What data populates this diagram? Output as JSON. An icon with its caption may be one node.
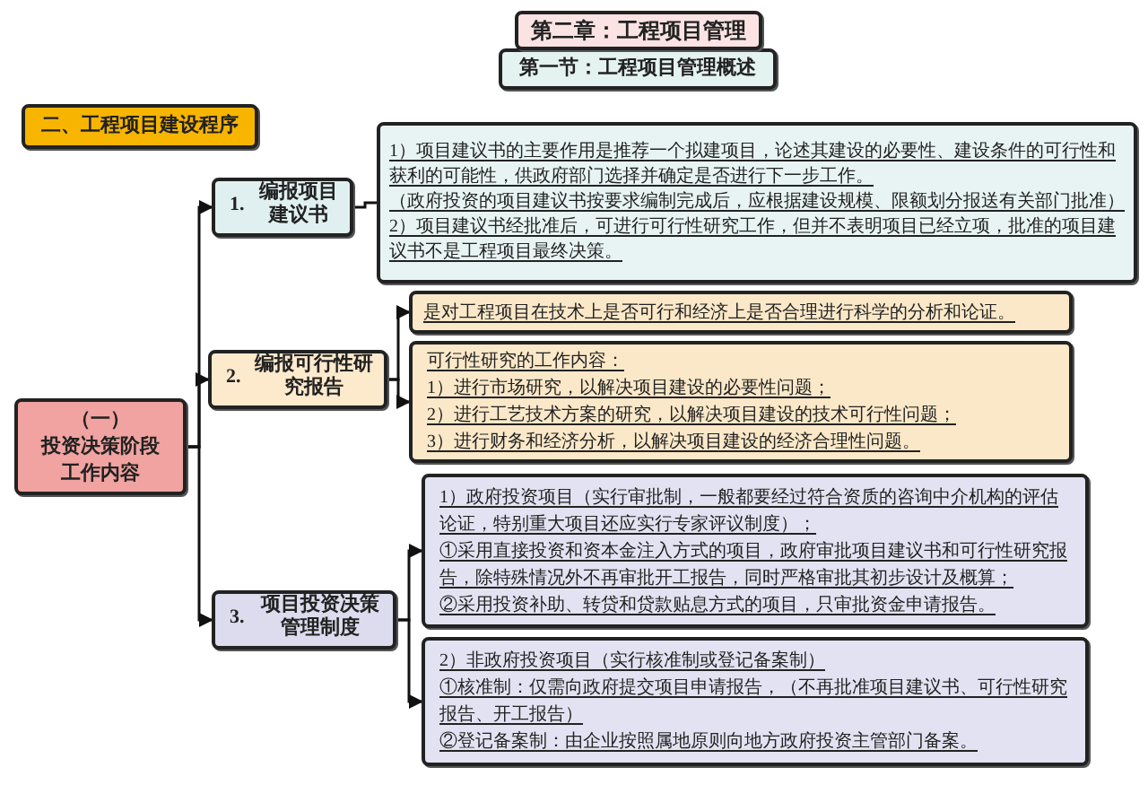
{
  "diagram": {
    "nodes": [
      {
        "text": [
          "第二章：工程项目管理"
        ]
      },
      {
        "text": [
          "第一节：工程项目管理概述"
        ]
      },
      {
        "text": [
          "二、工程项目建设程序"
        ]
      },
      {
        "text": [
          "（一）",
          "投资决策阶段工作内容"
        ]
      },
      {
        "text": [
          "1.",
          "编报项目建议书"
        ]
      },
      {
        "text": [
          "1）项目建议书的主要作用是推荐一个拟建项目，论述其建设的必要性、建设条件的可行性和获利的可能性，供政府部门选择并确定是否进行下一步工作。",
          "（政府投资的项目建议书按要求编制完成后，应根据建设规模、限额划分报送有关部门批准）",
          "2）项目建议书经批准后，可进行可行性研究工作，但并不表明项目已经立项，批准的项目建议书不是工程项目最终决策。"
        ]
      },
      {
        "text": [
          "2.",
          "编报可行性研究报告"
        ]
      },
      {
        "text": [
          "是对工程项目在技术上是否可行和经济上是否合理进行科学的分析和论证。"
        ]
      },
      {
        "text": [
          "可行性研究的工作内容：",
          "1）进行市场研究，以解决项目建设的必要性问题；",
          "2）进行工艺技术方案的研究，以解决项目建设的技术可行性问题；",
          "3）进行财务和经济分析，以解决项目建设的经济合理性问题。"
        ]
      },
      {
        "text": [
          "3.",
          "项目投资决策管理制度"
        ]
      },
      {
        "text": [
          "1）政府投资项目（实行审批制，一般都要经过符合资质的咨询中介机构的评估论证，特别重大项目还应实行专家评议制度）；",
          "①采用直接投资和资本金注入方式的项目，政府审批项目建议书和可行性研究报告，除特殊情况外不再审批开工报告，同时严格审批其初步设计及概算；",
          "②采用投资补助、转贷和贷款贴息方式的项目，只审批资金申请报告。"
        ]
      },
      {
        "text": [
          "2）非政府投资项目（实行核准制或登记备案制）",
          "①核准制：仅需向政府提交项目申请报告，（不再批准项目建议书、可行性研究报告、开工报告）",
          "②登记备案制：由企业按照属地原则向地方政府投资主管部门备案。"
        ]
      }
    ],
    "edges": [
      {
        "from": 3,
        "to": 4,
        "arrow": "to"
      },
      {
        "from": 3,
        "to": 6,
        "arrow": "to"
      },
      {
        "from": 3,
        "to": 9,
        "arrow": "to"
      },
      {
        "from": 4,
        "to": 5,
        "arrow": "none"
      },
      {
        "from": 6,
        "to": 7,
        "arrow": "to"
      },
      {
        "from": 6,
        "to": 8,
        "arrow": "to"
      },
      {
        "from": 9,
        "to": 10,
        "arrow": "to"
      },
      {
        "from": 9,
        "to": 11,
        "arrow": "to"
      }
    ]
  }
}
